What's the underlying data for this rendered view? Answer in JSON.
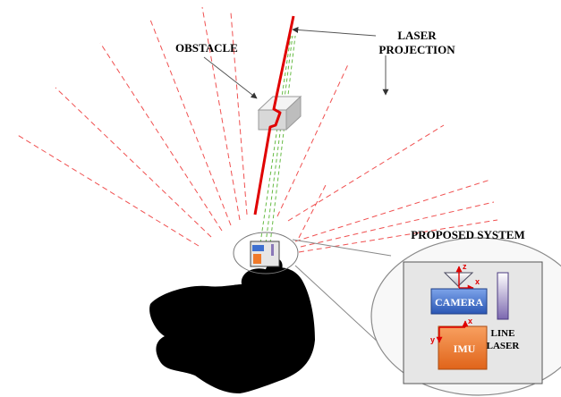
{
  "labels": {
    "obstacle": "OBSTACLE",
    "laser_line1": "LASER",
    "laser_line2": "PROJECTION",
    "proposed_system": "PROPOSED SYSTEM"
  },
  "inset": {
    "camera": "CAMERA",
    "imu": "IMU",
    "line_laser_line1": "LINE",
    "line_laser_line2": "LASER",
    "axis_z": "z",
    "axis_x_camera": "x",
    "axis_x_imu": "x",
    "axis_y_imu": "y"
  },
  "colors": {
    "laser_red": "#e00000",
    "dashed_red": "#f05050",
    "dashed_green": "#66bb44",
    "camera_blue": "#3d6fd0",
    "imu_orange": "#f07a2a",
    "line_laser_purple": "#8a78b8",
    "panel_gray": "#e6e6e6"
  }
}
